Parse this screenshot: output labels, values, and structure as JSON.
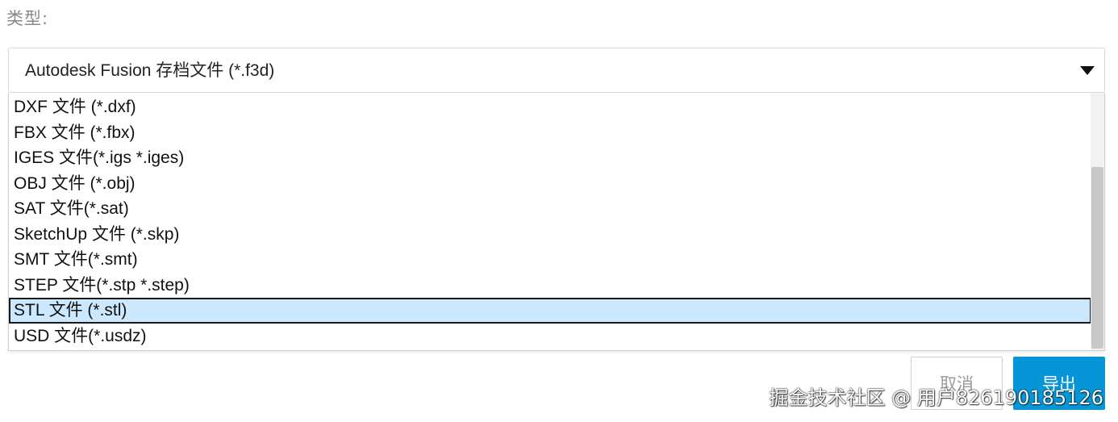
{
  "form": {
    "type_label": "类型:",
    "select": {
      "value": "Autodesk Fusion 存档文件 (*.f3d)",
      "caret_icon": "triangle-down-icon"
    },
    "options": [
      {
        "label": "DXF 文件 (*.dxf)",
        "selected": false
      },
      {
        "label": "FBX 文件 (*.fbx)",
        "selected": false
      },
      {
        "label": "IGES 文件(*.igs *.iges)",
        "selected": false
      },
      {
        "label": "OBJ 文件 (*.obj)",
        "selected": false
      },
      {
        "label": "SAT 文件(*.sat)",
        "selected": false
      },
      {
        "label": "SketchUp 文件 (*.skp)",
        "selected": false
      },
      {
        "label": "SMT 文件(*.smt)",
        "selected": false
      },
      {
        "label": "STEP 文件(*.stp *.step)",
        "selected": false
      },
      {
        "label": "STL 文件 (*.stl)",
        "selected": true
      },
      {
        "label": "USD 文件(*.usdz)",
        "selected": false
      }
    ]
  },
  "buttons": {
    "cancel_label": "取消",
    "export_label": "导出"
  },
  "colors": {
    "accent": "#0696d7",
    "selected_bg": "#cce8ff"
  },
  "watermark": "掘金技术社区 @ 用户826190185126"
}
